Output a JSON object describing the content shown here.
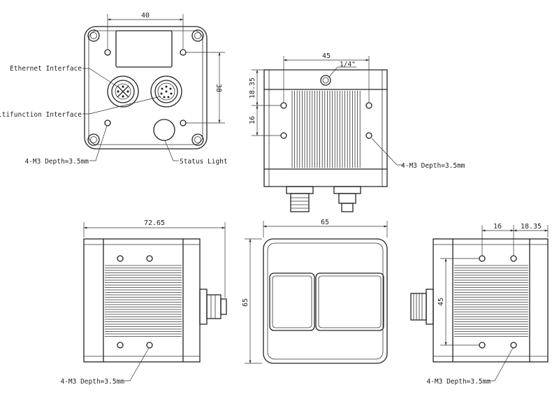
{
  "front_view": {
    "dim_top": "40",
    "dim_right": "38",
    "label_ethernet": "Ethernet Interface",
    "label_multifunction": "Multifunction Interface",
    "label_holes": "4-M3 Depth=3.5mm",
    "label_status": "Status Light"
  },
  "top_view": {
    "dim_top": "45",
    "thread": "1/4\"",
    "dim_left_a": "18.35",
    "dim_left_b": "16",
    "label_holes": "4-M3 Depth=3.5mm"
  },
  "side_view_left": {
    "dim_top": "72.65",
    "label_holes": "4-M3 Depth=3.5mm"
  },
  "back_view": {
    "dim_top": "65",
    "dim_left": "65"
  },
  "side_view_right": {
    "dim_top_a": "16",
    "dim_top_b": "18.35",
    "dim_left": "45",
    "label_holes": "4-M3 Depth=3.5mm"
  }
}
